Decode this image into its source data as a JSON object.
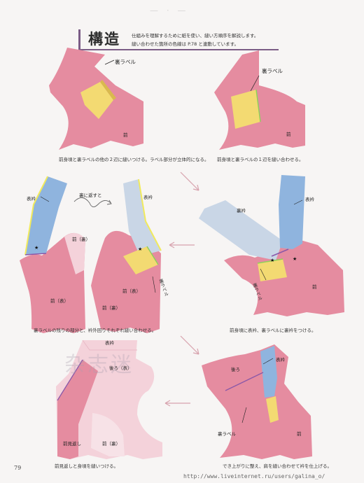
{
  "page": {
    "title": "構造",
    "intro_line1": "仕組みを理解するために紙を使い、縫い方順序を解説します。",
    "intro_line2": "縫い合わせた箇所の色線は P.78 と連動しています。",
    "page_number": "79",
    "watermark": "杂志迷",
    "footer_url": "http://www.liveinternet.ru/users/galina_o/"
  },
  "steps": [
    {
      "labels": [
        "裏ラベル",
        "前"
      ],
      "caption": "前身頃と裏ラベルの他の２辺に縫いつける。ラベル部分が立体的になる。"
    },
    {
      "labels": [
        "裏ラベル",
        "前"
      ],
      "caption": "前身頃と裏ラベルの１辺を縫い合わせる。"
    },
    {
      "labels": [
        "表衿",
        "前（裏）",
        "前（表）",
        "裏に返すと",
        "表衿",
        "裏ラベル",
        "前（表）",
        "前（裏）"
      ],
      "caption": "裏ラベルの残りの部分と、衿外回りそれぞれ縫い合わせる。"
    },
    {
      "labels": [
        "裏衿",
        "表衿",
        "裏ラベル",
        "前"
      ],
      "caption": "前身頃に表衿、裏ラベルに裏衿をつける。"
    },
    {
      "labels": [
        "表衿",
        "後ろ（表）",
        "前見返し",
        "前（裏）"
      ],
      "caption": "前見返しと身頃を縫いつける。"
    },
    {
      "labels": [
        "表衿",
        "後ろ",
        "裏ラベル",
        "前"
      ],
      "caption": "でき上がりに整え、肩を縫い合わせて衿を仕上げる。"
    }
  ],
  "colors": {
    "pink": "#e58ca0",
    "pink_dark": "#d9728a",
    "yellow": "#f3da72",
    "blue": "#8fb4de",
    "blue_light": "#c9d6e6",
    "pale_pink": "#f4d2da",
    "accent_purple": "#7b5c86",
    "arrow": "#d7a2ad",
    "seam_green": "#8fcf5c",
    "seam_purple": "#8a58a8"
  }
}
